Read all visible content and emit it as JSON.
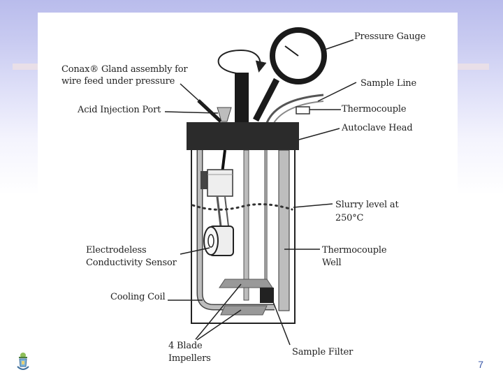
{
  "labels": {
    "pressure_gauge": "Pressure Gauge",
    "conax_line1": "Conax® Gland assembly for",
    "conax_line2": "wire feed under pressure",
    "sample_line": "Sample Line",
    "acid_port": "Acid Injection Port",
    "thermocouple": "Thermocouple",
    "autoclave_head": "Autoclave Head",
    "slurry_line1": "Slurry level  at",
    "slurry_line2": "250°C",
    "electrodeless_line1": "Electrodeless",
    "electrodeless_line2": "Conductivity Sensor",
    "thermowell_line1": "Thermocouple",
    "thermowell_line2": "Well",
    "cooling_coil": "Cooling Coil",
    "impellers_line1": "4 Blade",
    "impellers_line2": "Impellers",
    "sample_filter": "Sample Filter"
  },
  "page_number": "7",
  "colors": {
    "head": "#2b2b2b",
    "background_top": "#b9bcec",
    "page_number": "#3b58a8"
  },
  "icons": {
    "logo": "institution-logo-icon"
  }
}
